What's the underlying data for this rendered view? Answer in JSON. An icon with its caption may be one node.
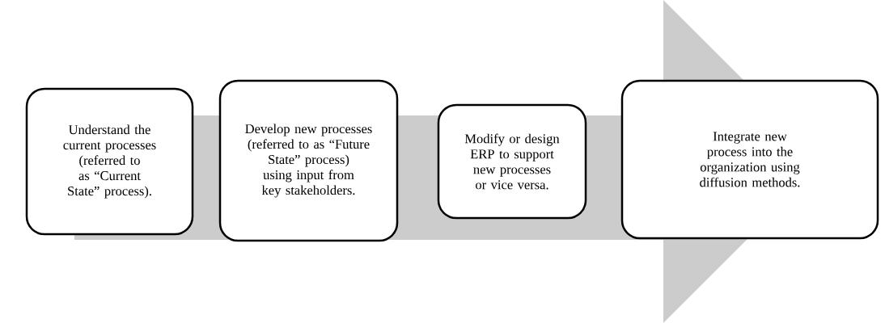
{
  "diagram": {
    "nodes": [
      {
        "text": [
          "Understand the current processes (referred to as “Current State” process)."
        ]
      },
      {
        "text": [
          "Develop new processes (referred to as “Future State” process) using input from key stakeholders."
        ]
      },
      {
        "text": [
          "Modify or design ERP to support new processes or vice versa."
        ]
      },
      {
        "text": [
          "Integrate new process into the organization using diffusion methods."
        ]
      }
    ],
    "edges": [
      {
        "from": 0,
        "to": 3,
        "arrow": "to"
      }
    ]
  }
}
